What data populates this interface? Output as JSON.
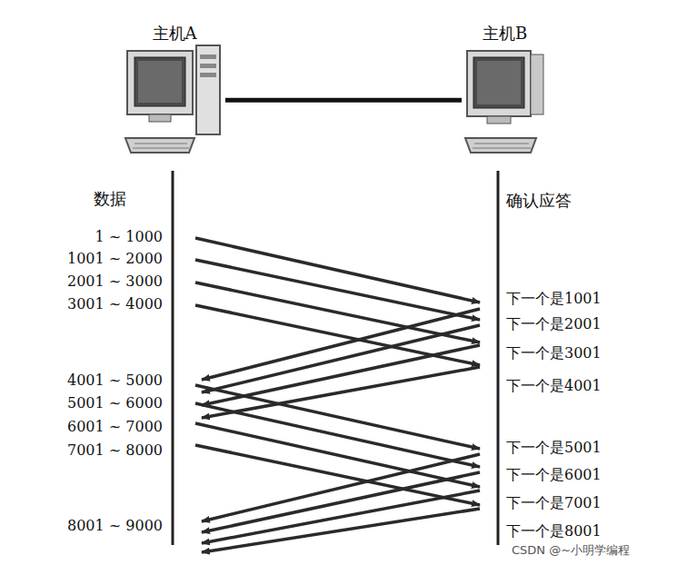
{
  "diagram": {
    "nodes": [
      {
        "text": [
          "主机A"
        ]
      },
      {
        "text": [
          "主机B"
        ]
      }
    ],
    "edges": [
      {
        "from": 0,
        "to": 1,
        "arrow": "none"
      }
    ],
    "labels": [
      "数据",
      "1 ~ 1000",
      "1001 ~ 2000",
      "2001 ~ 3000",
      "3001 ~ 4000",
      "4001 ~ 5000",
      "5001 ~ 6000",
      "6001 ~ 7000",
      "7001 ~ 8000",
      "8001 ~ 9000",
      "确认应答",
      "下一个是1001",
      "下一个是2001",
      "下一个是3001",
      "下一个是4001",
      "下一个是5001",
      "下一个是6001",
      "下一个是7001",
      "下一个是8001",
      "CSDN @~小明学编程"
    ]
  }
}
